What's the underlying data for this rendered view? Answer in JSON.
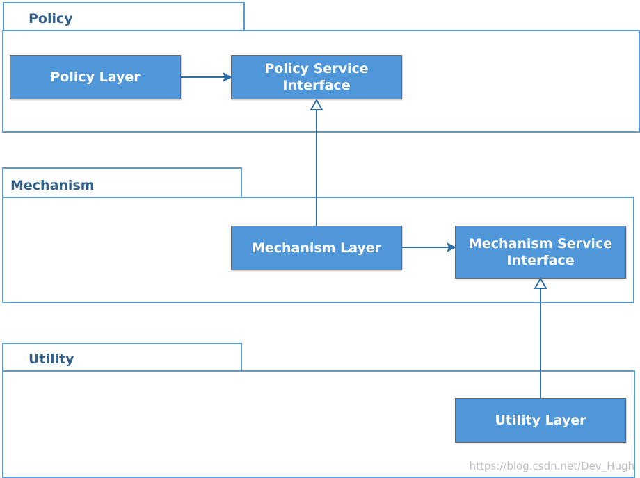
{
  "packages": {
    "policy": {
      "title": "Policy"
    },
    "mechanism": {
      "title": "Mechanism"
    },
    "utility": {
      "title": "Utility"
    }
  },
  "boxes": {
    "policy_layer": {
      "label": "Policy Layer"
    },
    "policy_service_interface": {
      "line1": "Policy Service",
      "line2": "Interface"
    },
    "mechanism_layer": {
      "label": "Mechanism Layer"
    },
    "mechanism_service_interface": {
      "line1": "Mechanism Service",
      "line2": "Interface"
    },
    "utility_layer": {
      "label": "Utility Layer"
    }
  },
  "connectors": [
    {
      "from": "Policy Layer",
      "to": "Policy Service Interface",
      "kind": "association-arrow"
    },
    {
      "from": "Mechanism Layer",
      "to": "Policy Service Interface",
      "kind": "realization-hollow-triangle"
    },
    {
      "from": "Mechanism Layer",
      "to": "Mechanism Service Interface",
      "kind": "association-arrow"
    },
    {
      "from": "Utility Layer",
      "to": "Mechanism Service Interface",
      "kind": "realization-hollow-triangle"
    }
  ],
  "watermark": "https://blog.csdn.net/Dev_Hugh",
  "colors": {
    "package_border": "#5b9bd5",
    "package_title": "#30608c",
    "box_fill": "#4f97d8",
    "box_text": "#ffffff",
    "connector": "#2f6fa8"
  }
}
